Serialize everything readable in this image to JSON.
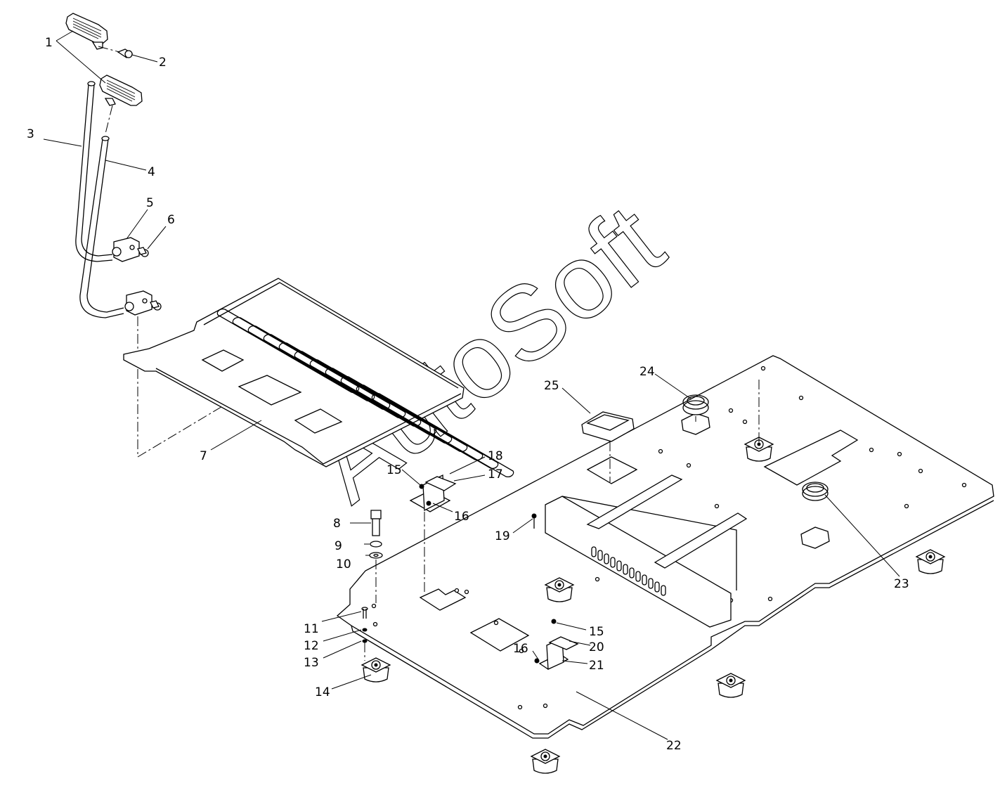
{
  "watermark": "AutoSoft",
  "callouts": [
    "1",
    "2",
    "3",
    "4",
    "5",
    "6",
    "7",
    "8",
    "9",
    "10",
    "11",
    "12",
    "13",
    "14",
    "15",
    "15",
    "16",
    "16",
    "17",
    "18",
    "19",
    "20",
    "21",
    "22",
    "23",
    "24",
    "25"
  ],
  "parts": {
    "handle_grip": "1",
    "handle_screw": "2",
    "lever_left": "3",
    "lever_right": "4",
    "lever_bracket": "5",
    "bracket_screw": "6",
    "floor_mat": "7",
    "bolt": "8",
    "spring_washer": "9",
    "flat_washer": "10",
    "small_bolt": "11",
    "washer_12": "12",
    "washer_13": "13",
    "rubber_mount": "14",
    "screw_15": "15",
    "screw_16": "16",
    "bracket_17": "17",
    "pad_18": "18",
    "screw_19": "19",
    "pad_20": "20",
    "bracket_21": "21",
    "floor_plate": "22",
    "grommet_23": "23",
    "grommet_24": "24",
    "grommet_25": "25"
  }
}
